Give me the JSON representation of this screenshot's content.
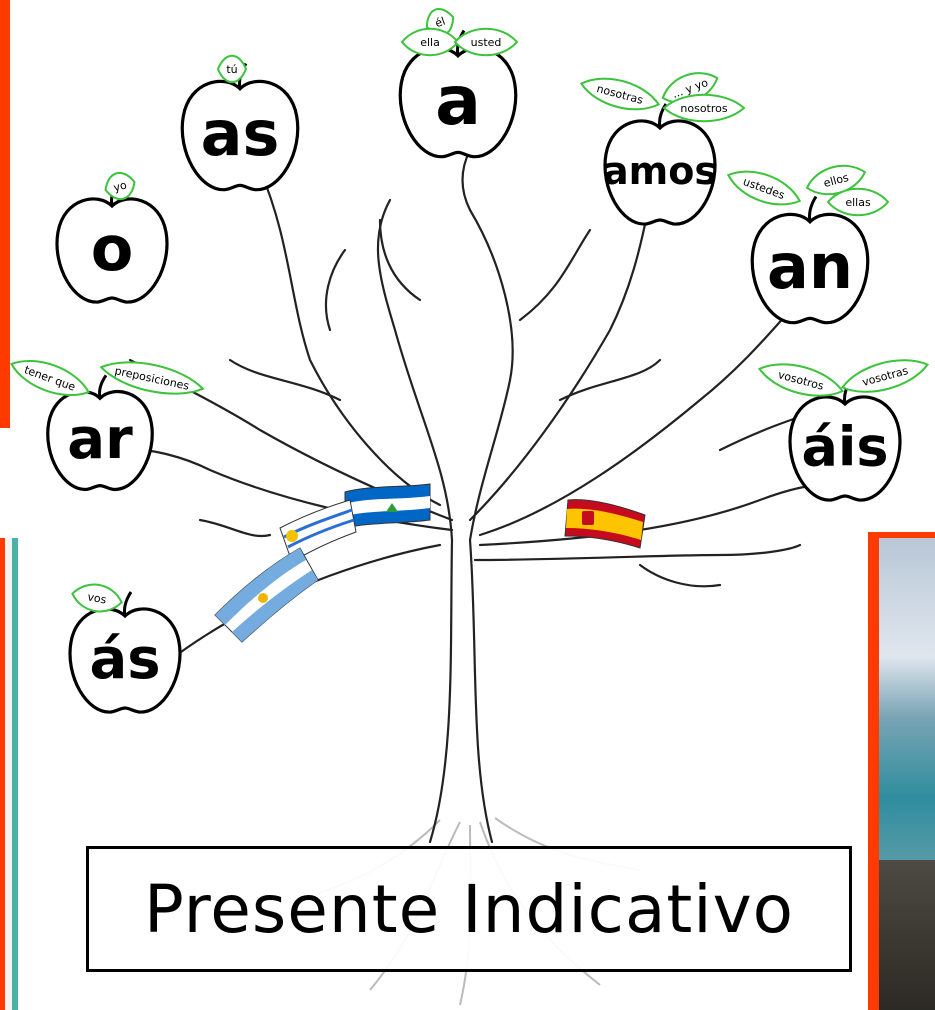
{
  "title": "Presente Indicativo",
  "colors": {
    "leaf": "#3cc33c",
    "edge": "#ff3a00"
  },
  "apples": {
    "a1": {
      "ending": "ar",
      "leaves": [
        "tener que",
        "preposiciones"
      ]
    },
    "a2": {
      "ending": "o",
      "leaves": [
        "yo"
      ]
    },
    "a3": {
      "ending": "as",
      "leaves": [
        "tú"
      ]
    },
    "a4": {
      "ending": "a",
      "leaves": [
        "él",
        "ella",
        "usted"
      ]
    },
    "a5": {
      "ending": "amos",
      "leaves": [
        "nosotras",
        "... y yo",
        "nosotros"
      ]
    },
    "a6": {
      "ending": "an",
      "leaves": [
        "ustedes",
        "ellos",
        "ellas"
      ]
    },
    "a7": {
      "ending": "áis",
      "leaves": [
        "vosotros",
        "vosotras"
      ]
    },
    "a8": {
      "ending": "ás",
      "leaves": [
        "vos"
      ]
    }
  },
  "flags": [
    "nicaragua-flag",
    "uruguay-flag",
    "argentina-flag",
    "spain-flag"
  ]
}
